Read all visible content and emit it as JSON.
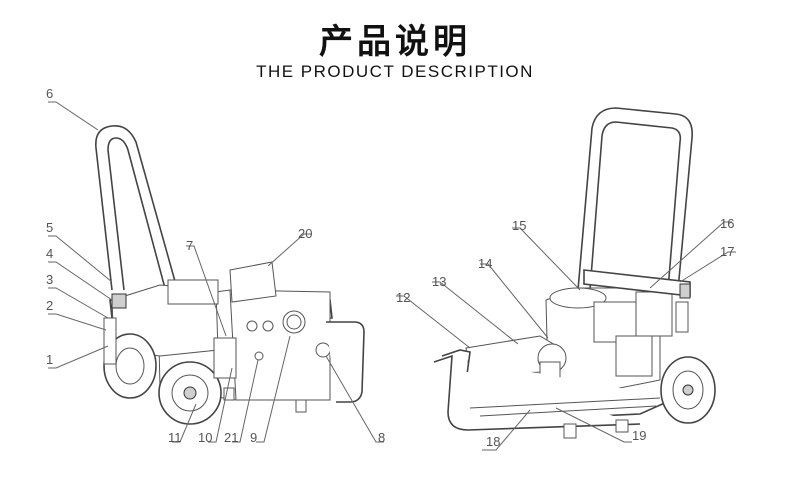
{
  "header": {
    "title_cn": "产品说明",
    "title_en": "THE PRODUCT DESCRIPTION"
  },
  "callouts": {
    "c1": "1",
    "c2": "2",
    "c3": "3",
    "c4": "4",
    "c5": "5",
    "c6": "6",
    "c7": "7",
    "c8": "8",
    "c9": "9",
    "c10": "10",
    "c11": "11",
    "c12": "12",
    "c13": "13",
    "c14": "14",
    "c15": "15",
    "c16": "16",
    "c17": "17",
    "c18": "18",
    "c19": "19",
    "c20": "20",
    "c21": "21"
  }
}
